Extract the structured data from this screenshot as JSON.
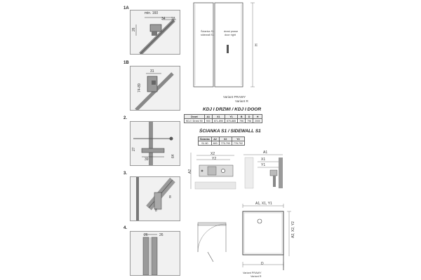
{
  "steps": {
    "s1a": {
      "label": "1A",
      "dim_min": "min. 160",
      "dim_34": "34",
      "dim_18": "18",
      "dim_26": "26"
    },
    "s1b": {
      "label": "1B",
      "dim_31": "31",
      "dim_angle": "74-89"
    },
    "s2": {
      "label": "2.",
      "dim_27": "27",
      "dim_39": "39",
      "dim_64": "64"
    },
    "s3": {
      "label": "3.",
      "dim_8a": "8",
      "dim_8b": "8"
    },
    "s4": {
      "label": "4.",
      "dim_26a": "26",
      "dim_26b": "26"
    }
  },
  "door_view": {
    "sidewall_label_1": "Ścianka S1",
    "sidewall_label_2": "sidewall S1",
    "door_label_1": "drzwi prawe",
    "door_label_2": "door right",
    "h_label": "H",
    "variant_1": "Variant PRAWY",
    "variant_2": "Variant R"
  },
  "door_table": {
    "title": "KDJ I DRZWI / KDJ I DOOR",
    "headers": [
      "Drzwi",
      "A1",
      "X1",
      "Y1",
      "B",
      "D",
      "H"
    ],
    "rows": [
      [
        "KDJ I Drzwi 90",
        "900",
        "871-890",
        "870-885",
        "796",
        "796",
        "2000"
      ]
    ]
  },
  "side_table": {
    "title": "ŚCIANKA S1 / SIDEWALL S1",
    "headers": [
      "Ścianka",
      "A2",
      "X2",
      "Y2"
    ],
    "rows": [
      [
        "S1 80",
        "800",
        "775-790",
        "778-792"
      ]
    ]
  },
  "details": {
    "a1": "A1",
    "x1": "X1",
    "y1": "Y1",
    "a2": "A2",
    "x2": "X2",
    "y2": "Y2",
    "plan_top": "A1, X1, Y1",
    "plan_side": "A2, X2, Y2",
    "plan_d": "D",
    "plan_variant_1": "Variant PRAWY",
    "plan_variant_2": "Variant R"
  },
  "colors": {
    "line": "#444444",
    "profile": "#8a8a8a",
    "frame": "#999999"
  }
}
